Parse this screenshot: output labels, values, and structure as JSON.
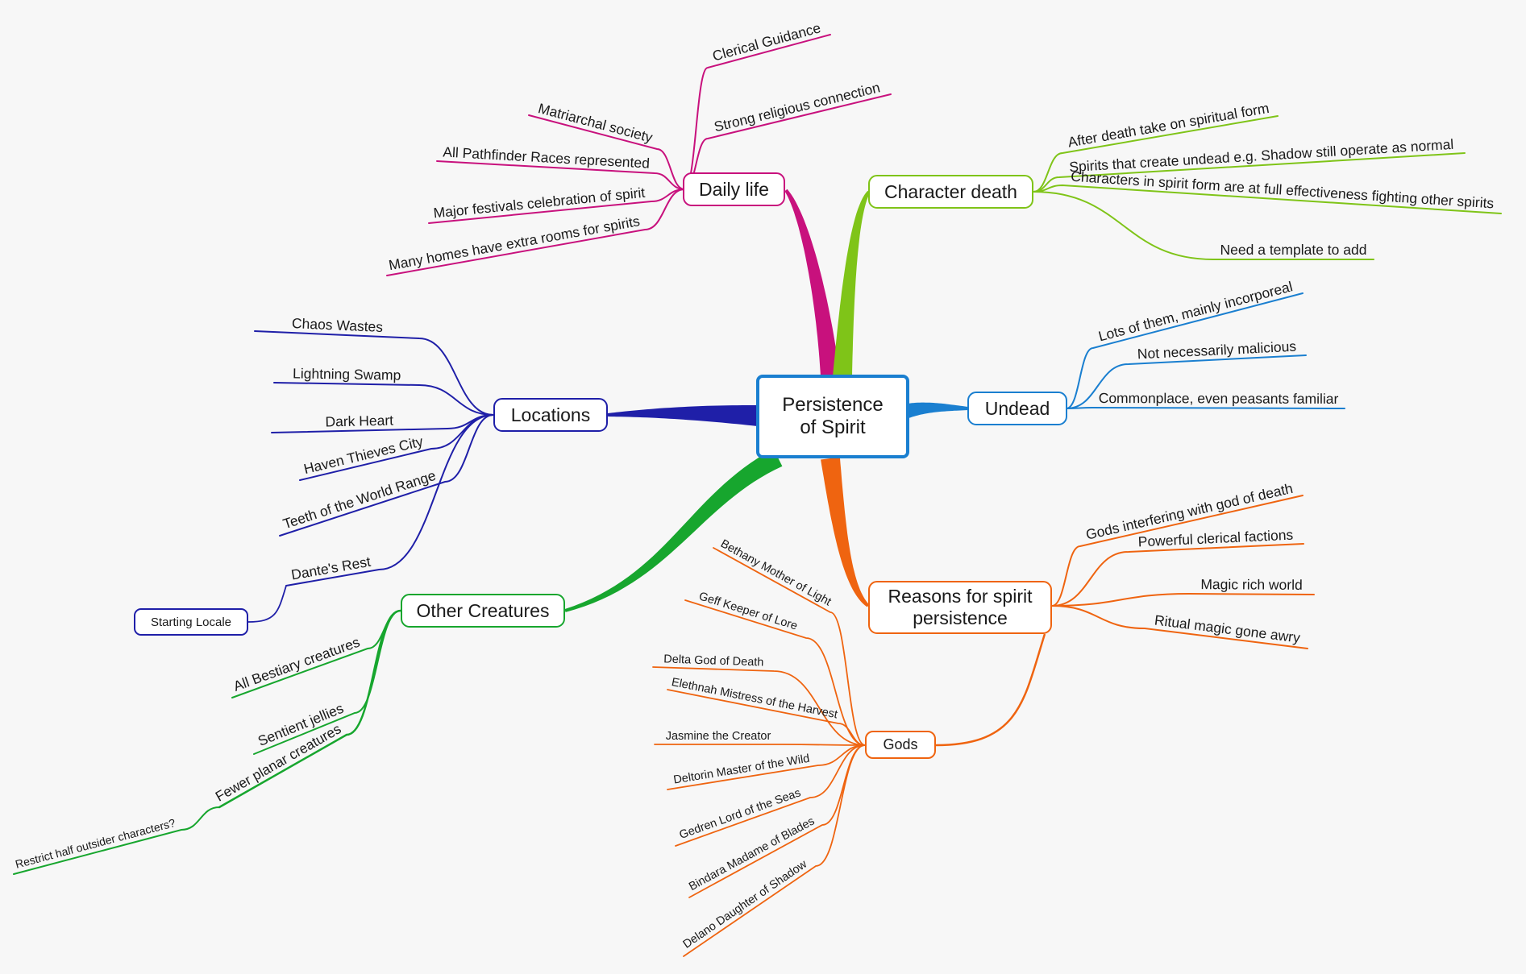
{
  "colors": {
    "central": "#1a7fd0",
    "daily_life": "#c8117d",
    "character_death": "#7fc418",
    "undead": "#1a7fd0",
    "reasons": "#ef6410",
    "locations": "#1f1fa8",
    "other_creatures": "#17a62e"
  },
  "central": {
    "label": "Persistence of Spirit"
  },
  "daily_life": {
    "label": "Daily life",
    "children": [
      "Clerical Guidance",
      "Strong religious connection",
      "Matriarchal society",
      "All Pathfinder Races represented",
      "Major festivals celebration of spirit",
      "Many homes have extra rooms for spirits"
    ]
  },
  "character_death": {
    "label": "Character death",
    "children": [
      "After death take on spiritual form",
      "Spirits that create undead e.g. Shadow still operate as normal",
      "Characters in spirit form are at full effectiveness fighting other spirits",
      "Need a template to add"
    ]
  },
  "undead": {
    "label": "Undead",
    "children": [
      "Lots of them, mainly incorporeal",
      "Not necessarily malicious",
      "Commonplace, even peasants familiar"
    ]
  },
  "reasons": {
    "label": "Reasons for spirit persistence",
    "children": [
      "Gods interfering with god of death",
      "Powerful clerical factions",
      "Magic rich world",
      "Ritual magic gone awry"
    ]
  },
  "gods": {
    "label": "Gods",
    "children": [
      "Bethany Mother of Light",
      "Geff Keeper of Lore",
      "Delta God of Death",
      "Elethnah Mistress of the Harvest",
      "Jasmine the Creator",
      "Deltorin Master of the Wild",
      "Gedren Lord of the Seas",
      "Bindara Madame of Blades",
      "Delano Daughter of Shadow"
    ]
  },
  "locations": {
    "label": "Locations",
    "children": [
      "Chaos Wastes",
      "Lightning Swamp",
      "Dark Heart",
      "Haven Thieves City",
      "Teeth of the World Range",
      "Dante's Rest"
    ],
    "starting_locale": "Starting Locale"
  },
  "other_creatures": {
    "label": "Other Creatures",
    "children": [
      "All Bestiary creatures",
      "Sentient jellies",
      "Fewer planar creatures"
    ],
    "restrict": "Restrict half outsider characters?"
  }
}
